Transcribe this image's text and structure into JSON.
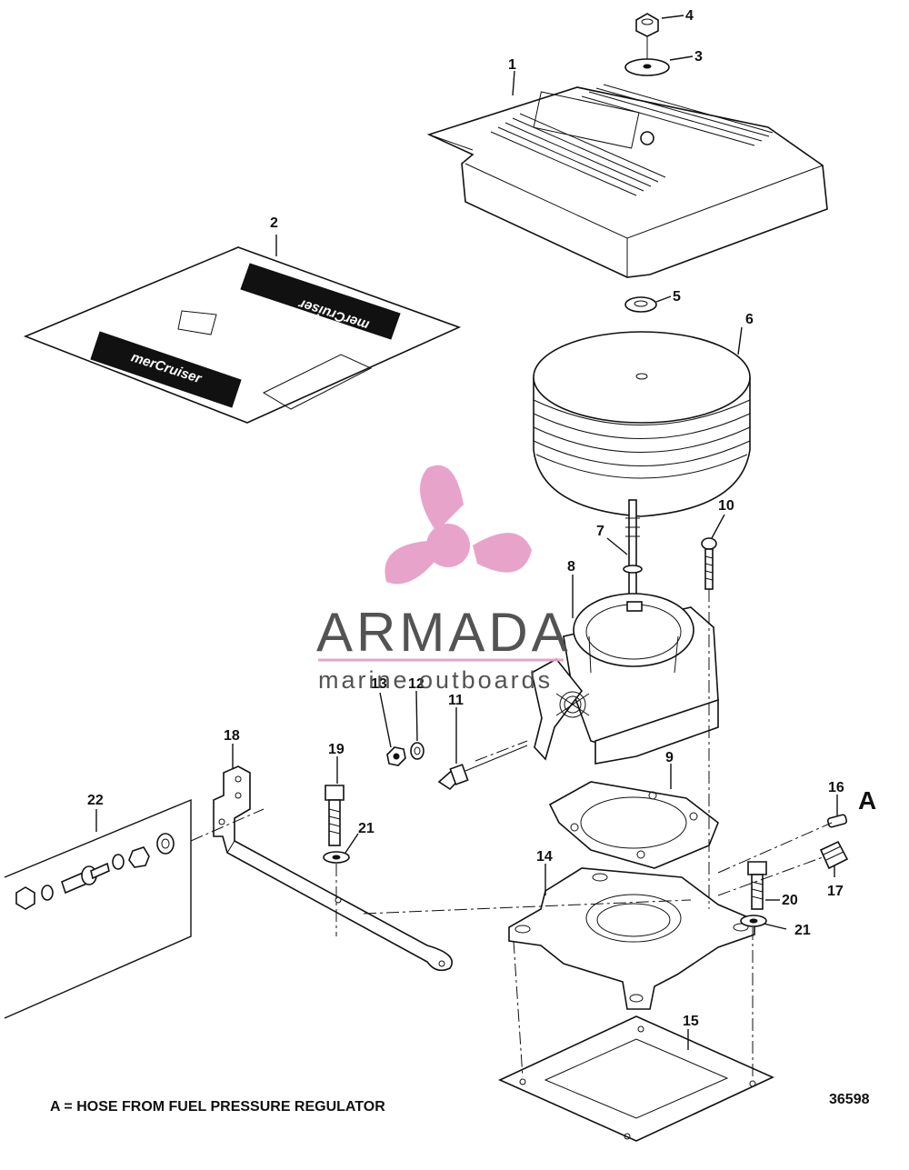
{
  "diagram": {
    "callouts": [
      "1",
      "2",
      "3",
      "4",
      "5",
      "6",
      "7",
      "8",
      "9",
      "10",
      "11",
      "12",
      "13",
      "14",
      "15",
      "16",
      "17",
      "18",
      "19",
      "20",
      "21",
      "21",
      "22"
    ],
    "letter_marker": "A",
    "footnote": "A = HOSE FROM FUEL PRESSURE REGULATOR",
    "figure_number": "36598",
    "decal_text": "merCruiser"
  },
  "watermark": {
    "brand": "ARMADA",
    "tagline": "marine outboards",
    "color": "#e79fc8"
  }
}
